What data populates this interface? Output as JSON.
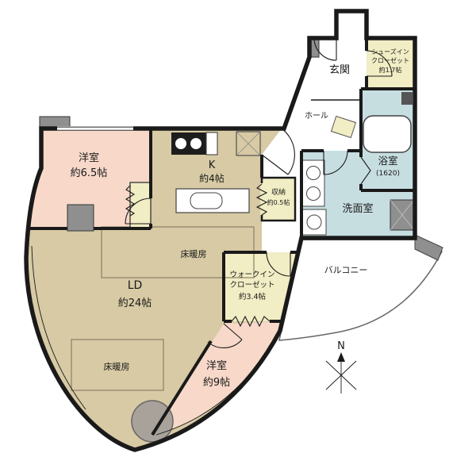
{
  "colors": {
    "beige": "#d7caa4",
    "pink": "#f7d8c9",
    "blue": "#c7dee1",
    "yellow": "#f1edc4",
    "gray": "#8f8f8f",
    "table": "#a8a29b",
    "wall": "#1a1a1a"
  },
  "rooms": {
    "bedroom1": {
      "name": "洋室",
      "size": "約6.5帖"
    },
    "kitchen": {
      "name": "K",
      "size": "約4帖"
    },
    "living": {
      "name": "LD",
      "size": "約24帖"
    },
    "bedroom2": {
      "name": "洋室",
      "size": "約9帖"
    },
    "wic": {
      "line1": "ウォークイン",
      "line2": "クローゼット",
      "size": "約3.4帖"
    },
    "storage": {
      "name": "収納",
      "size": "約0.5帖"
    },
    "hall": {
      "name": "ホール"
    },
    "entrance": {
      "name": "玄関"
    },
    "shoes_closet": {
      "line1": "シューズイン",
      "line2": "クローゼット",
      "size": "約1.7帖"
    },
    "bath": {
      "name": "浴室",
      "size": "(1620)"
    },
    "washroom": {
      "name": "洗面室"
    },
    "balcony": {
      "name": "バルコニー"
    }
  },
  "annotations": {
    "floor_heating": "床暖房",
    "north": "N"
  }
}
